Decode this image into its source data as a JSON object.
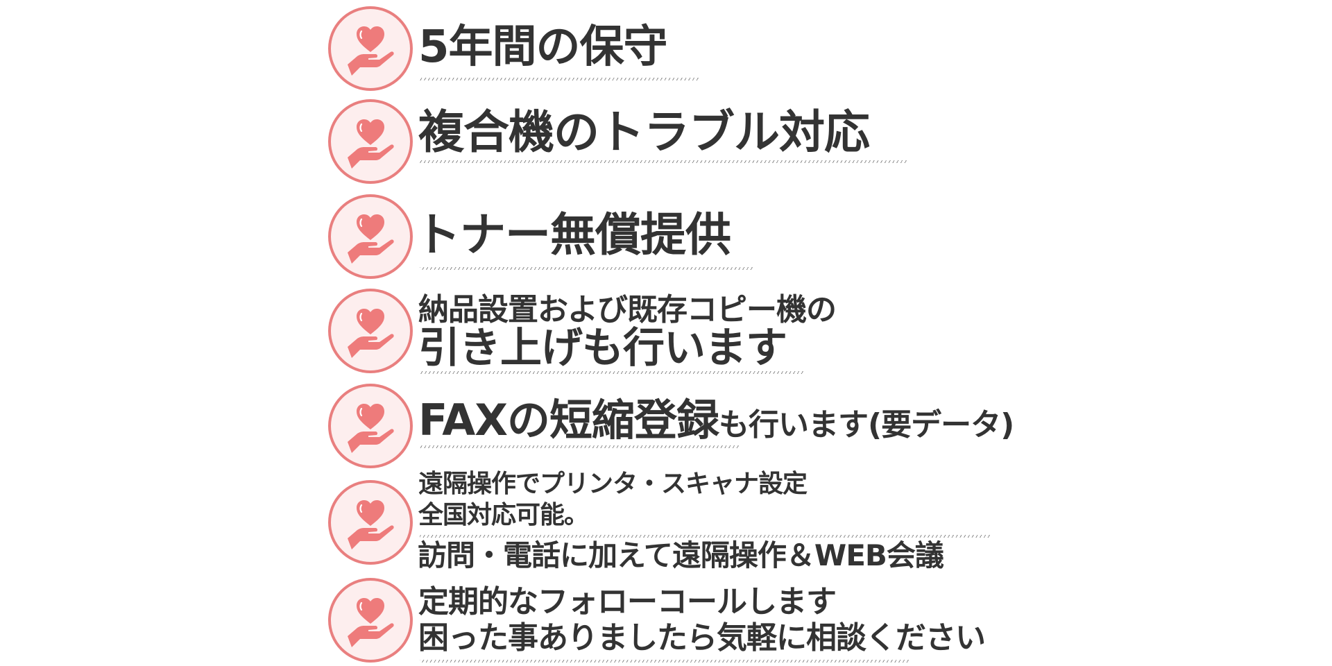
{
  "theme": {
    "icon_ring_color": "#E97F7F",
    "icon_fill_color": "#FDEEEE",
    "icon_glyph_color": "#EE7B7B",
    "text_color": "#333333",
    "underline_color": "#7A7A7A"
  },
  "icon": "heart-in-hand-icon",
  "items": [
    {
      "lines": [
        "5年間の保守"
      ]
    },
    {
      "lines": [
        "複合機のトラブル対応"
      ]
    },
    {
      "lines": [
        "トナー無償提供"
      ]
    },
    {
      "lines": [
        "納品設置および既存コピー機の",
        "引き上げも行います"
      ]
    },
    {
      "lines": [
        "FAXの短縮登録"
      ],
      "suffix": "も行います(要データ)"
    },
    {
      "lines": [
        "遠隔操作でプリンタ・スキャナ設定",
        "全国対応可能。",
        "訪問・電話に加えて遠隔操作＆WEB会議"
      ]
    },
    {
      "lines": [
        "定期的なフォローコールします",
        "困った事ありましたら気軽に相談ください"
      ]
    }
  ]
}
